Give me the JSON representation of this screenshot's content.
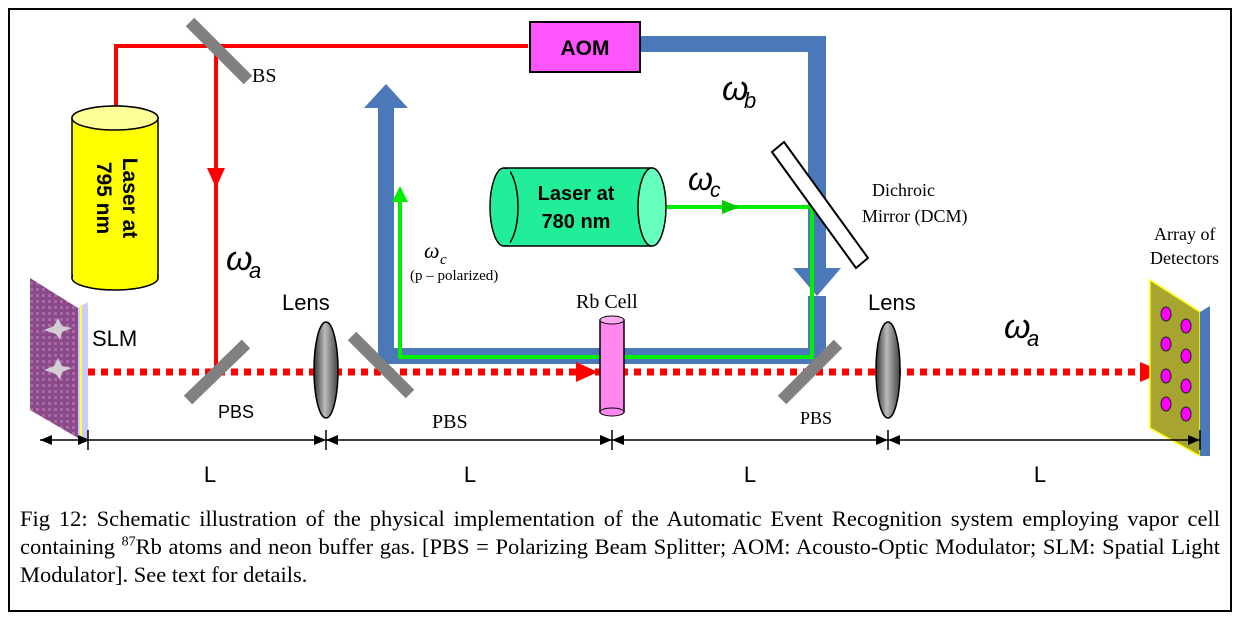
{
  "labels": {
    "bs": "BS",
    "aom": "AOM",
    "omega_b": "ω",
    "omega_b_sub": "b",
    "omega_c_top": "ω",
    "omega_c_top_sub": "c",
    "omega_a_left": "ω",
    "omega_a_left_sub": "a",
    "omega_a_right": "ω",
    "omega_a_right_sub": "a",
    "omega_c_mid": "ω",
    "omega_c_mid_sub": "c",
    "p_polarized": "(p – polarized)",
    "laser795_line1": "Laser at",
    "laser795_line2": "795 nm",
    "laser780_line1": "Laser at",
    "laser780_line2": "780 nm",
    "dichroic_line1": "Dichroic",
    "dichroic_line2": "Mirror (DCM)",
    "array_line1": "Array of",
    "array_line2": "Detectors",
    "slm": "SLM",
    "lens_left": "Lens",
    "lens_right": "Lens",
    "rb_cell": "Rb Cell",
    "pbs_1": "PBS",
    "pbs_2": "PBS",
    "pbs_3": "PBS",
    "dist_1": "L",
    "dist_2": "L",
    "dist_3": "L",
    "dist_4": "L"
  },
  "caption": {
    "part1": "Fig 12: Schematic illustration of the physical implementation of the Automatic Event Recognition system employing vapor cell containing ",
    "isotope": "87",
    "part2": "Rb atoms and neon buffer gas. [PBS = Polarizing Beam Splitter; AOM: Acousto-Optic Modulator; SLM: Spatial Light Modulator]. See text for details."
  },
  "colors": {
    "red_beam": "#ff0000",
    "blue_beam": "#4a78b8",
    "green_beam": "#00ff00",
    "aom_fill": "#ff55ff",
    "laser795_fill": "#ffff00",
    "laser780_fill": "#22ee99",
    "rb_cell_fill": "#ff88ee",
    "optic_gray": "#808080"
  }
}
